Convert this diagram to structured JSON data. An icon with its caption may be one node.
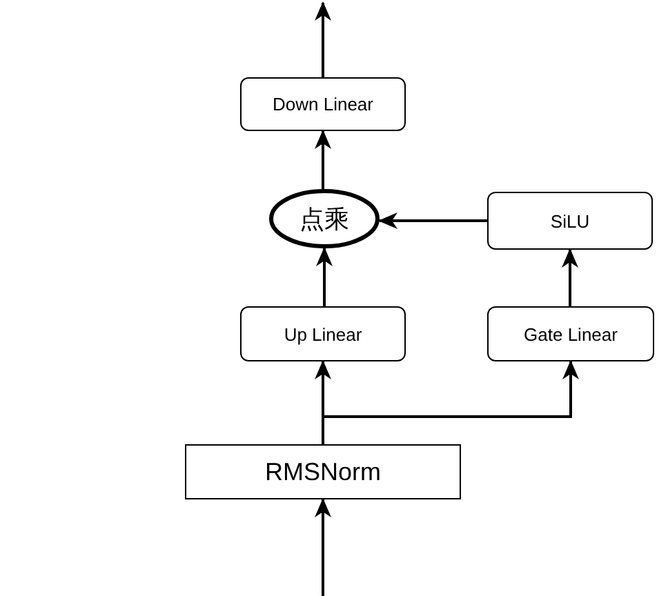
{
  "diagram": {
    "nodes": [
      {
        "text": [
          "Down Linear"
        ]
      },
      {
        "text": [
          "点乘"
        ]
      },
      {
        "text": [
          "SiLU"
        ]
      },
      {
        "text": [
          "Up Linear"
        ]
      },
      {
        "text": [
          "Gate Linear"
        ]
      },
      {
        "text": [
          "RMSNorm"
        ]
      }
    ],
    "edges": [
      {
        "from": 0,
        "to": null,
        "arrow": "to"
      },
      {
        "from": 1,
        "to": 0,
        "arrow": "to"
      },
      {
        "from": 2,
        "to": 1,
        "arrow": "to"
      },
      {
        "from": 3,
        "to": 1,
        "arrow": "to"
      },
      {
        "from": 4,
        "to": 2,
        "arrow": "to"
      },
      {
        "from": 5,
        "to": 3,
        "arrow": "to"
      },
      {
        "from": 5,
        "to": 4,
        "arrow": "to"
      },
      {
        "from": null,
        "to": 5,
        "arrow": "to"
      }
    ]
  }
}
